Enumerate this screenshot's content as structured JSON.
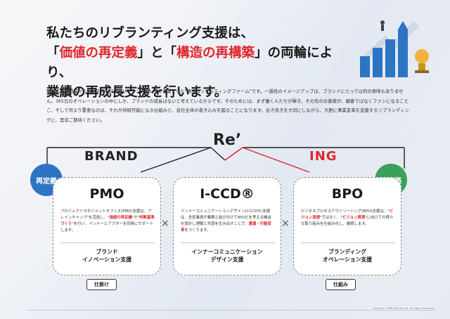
{
  "headline": {
    "line1": "私たちのリブランティング支援は、",
    "quote_open": "「",
    "highlight1": "価値の再定義",
    "mid": "」と「",
    "highlight2": "構造の再構築",
    "quote_close": "」の両輪により、",
    "line3": "業績の再成長支援を行います。"
  },
  "intro_text": "私たちは、創業から128年目を迎えるリブランディングを専業とした\"事業コンサルティングファーム\"です。一過性のイメージアップは、ブランドにとっては何の意味もありません。365日のオペレーションの中にしか、ブランドの成長はないと考えているからです。そのためには、まず働く人たちが輝き、その先のお客様が、顧客ではなくファンになることこ、そして何より重要なのは、それが持続可能になる仕組みと、会社全体の巻き込みを図ることになります。古き良きを大切にしながら、大胆に事業変革を支援するリブランディングに、是非ご期待ください。",
  "framework": {
    "brand": "BRAND",
    "re": "Re’",
    "ing": "ING",
    "badge_left": "再定義",
    "badge_right": "再構築",
    "times": "×"
  },
  "cards": [
    {
      "title": "PMO",
      "desc_a": "プロジェクトマネジメントオフィス(PMO)支援は、プレインキャンプ\"を活用し、\"",
      "desc_hl1": "価値の再定義",
      "desc_b": "\"や\"",
      "desc_hl2": "判断基準づくり",
      "desc_c": "\"を行い、インナーとアウターを同時にサポートします。",
      "footer_line1": "ブランド",
      "footer_line2": "イノベーション支援"
    },
    {
      "title": "I-CCD®",
      "desc_a": "インナーコミュニケーションデザイン(I-CCD®)支援は、全従業員が業務と結び付けてMVVCを考える機会を設計し理解と共感を生み出すことで、",
      "desc_hl1": "意識・行動変革",
      "desc_b": "をつくります。",
      "desc_hl2": "",
      "desc_c": "",
      "footer_line1": "インナーコミュニケーション",
      "footer_line2": "デザイン支援"
    },
    {
      "title": "BPO",
      "desc_a": "ビジネスプロセスアウトソーシング(BPO)支援は、\"",
      "desc_hl1": "ビジョン浸透",
      "desc_b": "\"ではなく、\"",
      "desc_hl2": "ビジョン実現",
      "desc_c": "\"に向けての様々な取り組みを仕組み化し、継続します。",
      "footer_line1": "ブランディング",
      "footer_line2": "オペレーション支援"
    }
  ],
  "tags": {
    "left": "仕掛け",
    "right": "仕組み"
  },
  "copyright": "Copyright © BBK YSK and Inc. All Rights Reserved.",
  "colors": {
    "accent_red": "#e0262c",
    "badge_blue": "#2d74c4",
    "badge_green": "#3aa05a"
  },
  "icons": {
    "hero": "growth-bars-trophy-illustration"
  }
}
